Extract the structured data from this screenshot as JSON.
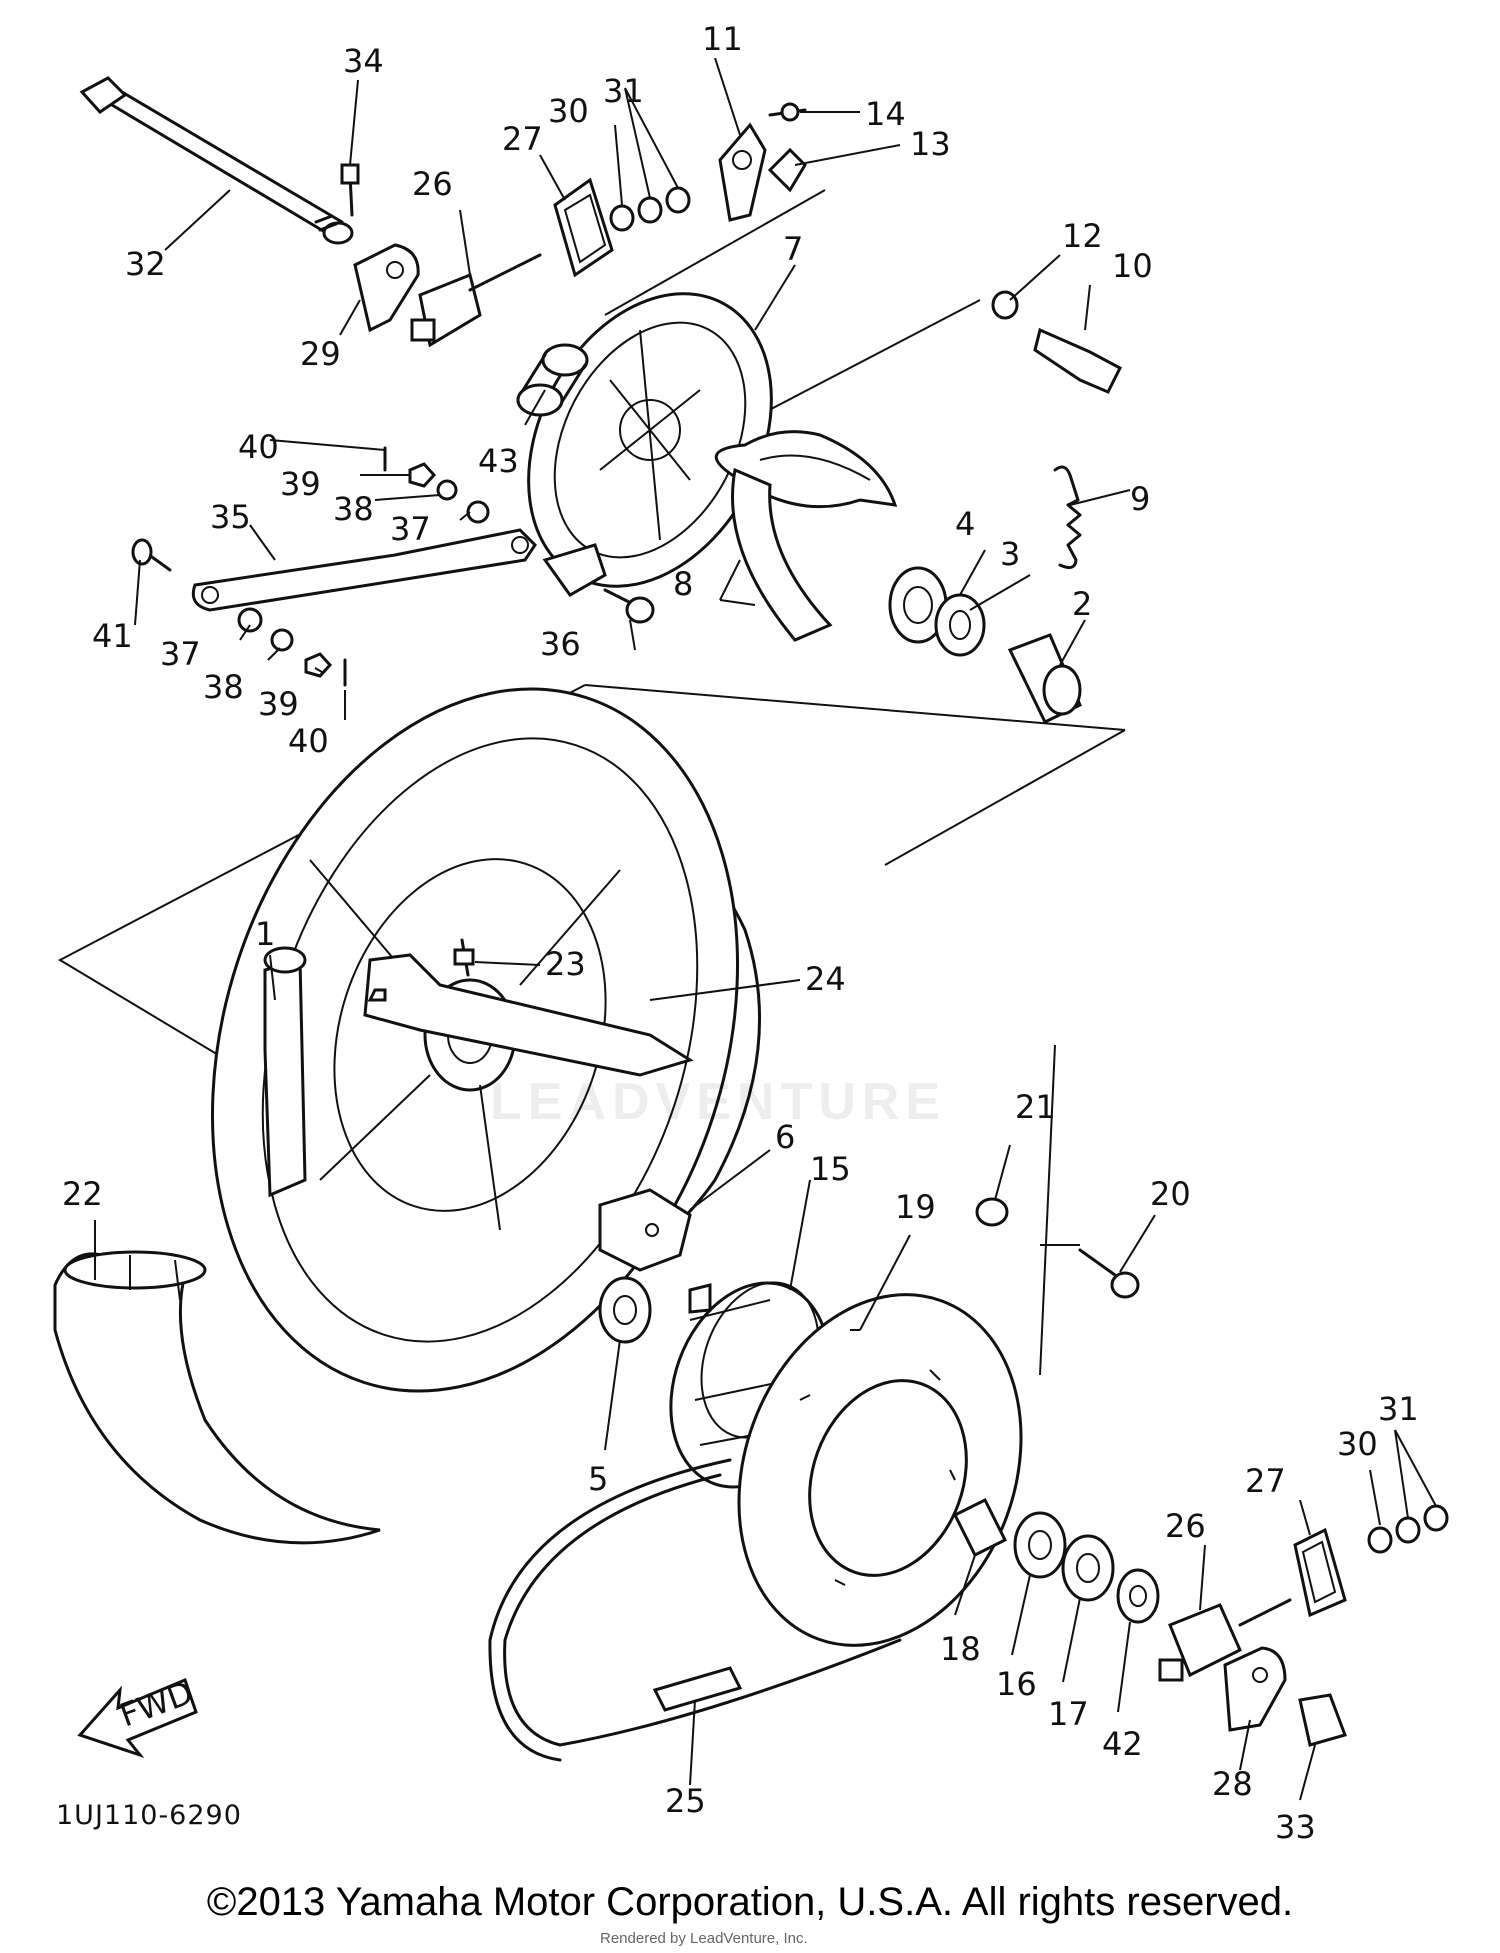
{
  "diagram": {
    "code": "1UJ110-6290",
    "copyright": "©2013 Yamaha Motor Corporation, U.S.A. All rights reserved.",
    "render_credit": "Rendered by LeadVenture, Inc.",
    "watermark": "LEADVENTURE",
    "fwd_label": "FWD"
  },
  "callouts": {
    "c1": "1",
    "c2": "2",
    "c3": "3",
    "c4": "4",
    "c5": "5",
    "c6": "6",
    "c7": "7",
    "c8": "8",
    "c9": "9",
    "c10": "10",
    "c11": "11",
    "c12": "12",
    "c13": "13",
    "c14": "14",
    "c15": "15",
    "c16": "16",
    "c17": "17",
    "c18": "18",
    "c19": "19",
    "c20": "20",
    "c21": "21",
    "c22": "22",
    "c23": "23",
    "c24": "24",
    "c25": "25",
    "c26a": "26",
    "c26b": "26",
    "c27a": "27",
    "c27b": "27",
    "c28": "28",
    "c29": "29",
    "c30a": "30",
    "c30b": "30",
    "c31a": "31",
    "c31b": "31",
    "c32": "32",
    "c33": "33",
    "c34": "34",
    "c35": "35",
    "c36": "36",
    "c37a": "37",
    "c37b": "37",
    "c38a": "38",
    "c38b": "38",
    "c39a": "39",
    "c39b": "39",
    "c40a": "40",
    "c40b": "40",
    "c41": "41",
    "c42": "42",
    "c43": "43"
  }
}
